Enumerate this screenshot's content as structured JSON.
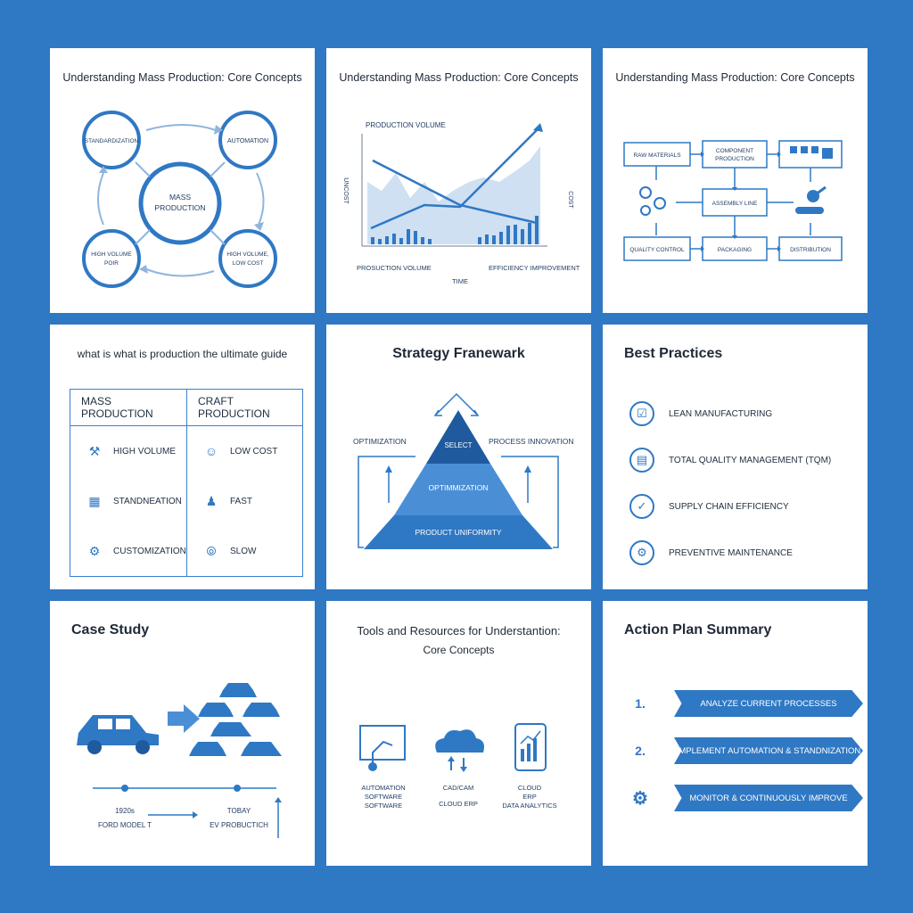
{
  "colors": {
    "background": "#2f78c4",
    "card": "#ffffff",
    "accent": "#2f78c4",
    "light_accent": "#cfe0f3",
    "text": "#1f2937"
  },
  "panel1": {
    "title": "Understanding Mass Production: Core Concepts",
    "center": [
      "MASS",
      "PRODUCTION"
    ],
    "nodes": {
      "top_left": "STANDARDIZATION",
      "top_right": "AUTOMATION",
      "bottom_left": [
        "HIGH VOLUME",
        "POIR"
      ],
      "bottom_right": [
        "HIGH VOLUME,",
        "LOW COST"
      ]
    }
  },
  "panel2": {
    "title": "Understanding Mass Production: Core Concepts",
    "legend_top": "PRODUCTION VOLUME",
    "left_axis": "UNCOST",
    "right_axis": "COST",
    "bottom_left": "PROSUCTION VOLUME",
    "bottom_right": "EFFICIENCY IMPROVEMENT",
    "x_axis": "TIME"
  },
  "panel3": {
    "title": "Understanding Mass Production: Core Concepts",
    "boxes": {
      "raw": "RAW MATERIALS",
      "component": [
        "COMPONENT",
        "PRODUCTION"
      ],
      "assembly": "ASSEMBLY LINE",
      "quality": "QUALITY CONTROL",
      "packaging": "PACKAGING",
      "distribution": "DISTRIBUTION"
    }
  },
  "panel4": {
    "title": "what is what is production the ultimate guide",
    "headers": [
      "MASS PRODUCTION",
      "CRAFT PRODUCTION"
    ],
    "rows": [
      {
        "left": "HIGH VOLUME",
        "right": "LOW COST"
      },
      {
        "left": "STANDNEATION",
        "right": "FAST"
      },
      {
        "left": "CUSTOMIZATION",
        "right": "SLOW"
      }
    ]
  },
  "panel5": {
    "title": "Strategy Franewark",
    "left_label": "OPTIMIZATION",
    "right_label": "PROCESS INNOVATION",
    "tiers": [
      "SELECT",
      "OPTIMMIZATION",
      "PRODUCT UNIFORMITY"
    ]
  },
  "panel6": {
    "title": "Best Practices",
    "items": [
      "LEAN MANUFACTURING",
      "TOTAL QUALITY MANAGEMENT (TQM)",
      "SUPPLY CHAIN EFFICIENCY",
      "PREVENTIVE MAINTENANCE"
    ]
  },
  "panel7": {
    "title": "Case Study",
    "timeline": [
      {
        "year": "1920s",
        "label": "FORD MODEL T"
      },
      {
        "year": "TOBAY",
        "label": "EV PROBUCTICH"
      }
    ]
  },
  "panel8": {
    "title_line1": "Tools and Resources for Understantion:",
    "title_line2": "Core Concepts",
    "tools": [
      {
        "lines": [
          "AUTOMATION",
          "SOFTWARE",
          "SOFTWARE"
        ]
      },
      {
        "lines": [
          "CAD/CAM",
          "CLOUD ERP"
        ]
      },
      {
        "lines": [
          "CLOUD",
          "ERP",
          "DATA ANALYTICS"
        ]
      }
    ]
  },
  "panel9": {
    "title": "Action Plan Summary",
    "steps": [
      {
        "marker": "1.",
        "text": "ANALYZE CURRENT PROCESSES"
      },
      {
        "marker": "2.",
        "text": "IMPLEMENT AUTOMATION & STANDNIZATION"
      },
      {
        "marker": "gear-icon",
        "text": "MONITOR & CONTINUOUSLY IMPROVE"
      }
    ]
  }
}
